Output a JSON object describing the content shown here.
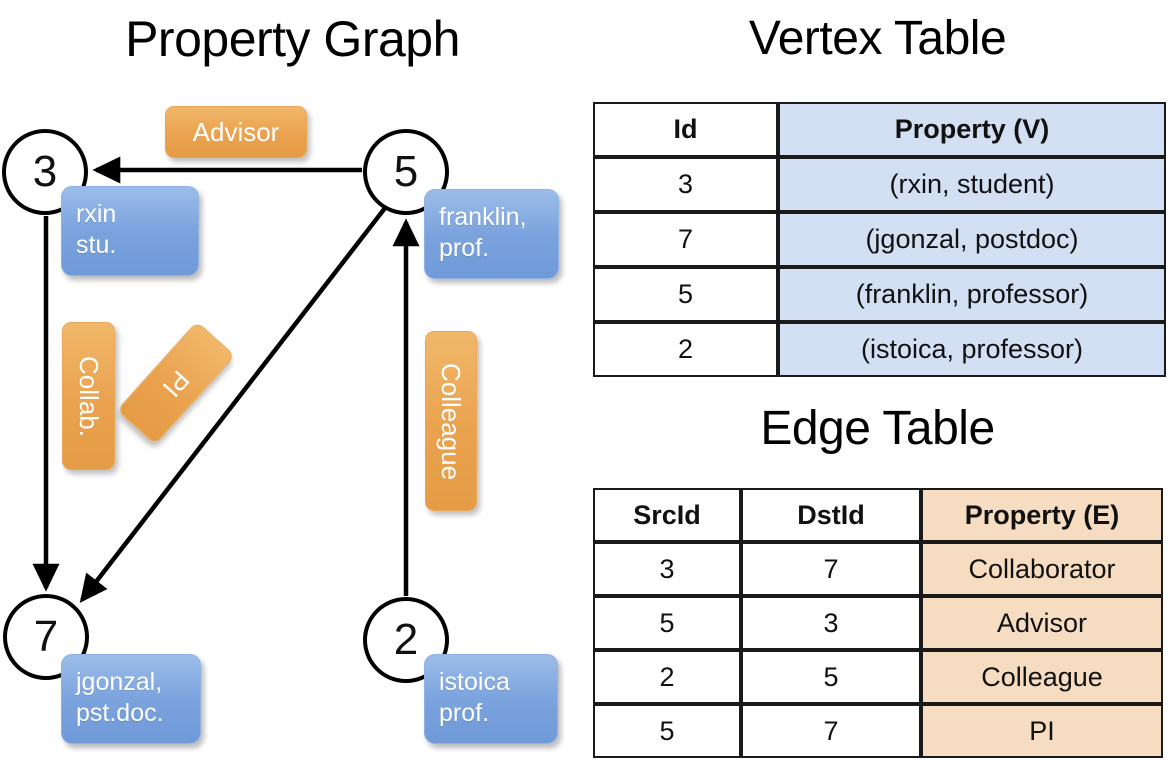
{
  "titles": {
    "property_graph": "Property Graph",
    "vertex_table": "Vertex Table",
    "edge_table": "Edge Table"
  },
  "graph": {
    "nodes": [
      {
        "id": "3",
        "property": "rxin\nstu."
      },
      {
        "id": "5",
        "property": "franklin,\nprof."
      },
      {
        "id": "7",
        "property": "jgonzal,\npst.doc."
      },
      {
        "id": "2",
        "property": "istoica\nprof."
      }
    ],
    "node_labels": {
      "n3": "3",
      "n5": "5",
      "n7": "7",
      "n2": "2"
    },
    "property_boxes": {
      "rxin_line1": "rxin",
      "rxin_line2": "stu.",
      "franklin_line1": "franklin,",
      "franklin_line2": "prof.",
      "jgonzal_line1": "jgonzal,",
      "jgonzal_line2": "pst.doc.",
      "istoica_line1": "istoica",
      "istoica_line2": "prof."
    },
    "edge_labels": {
      "advisor": "Advisor",
      "collab": "Collab.",
      "colleague": "Colleague",
      "pi": "PI"
    },
    "edges": [
      {
        "src": "5",
        "dst": "3",
        "label": "Advisor"
      },
      {
        "src": "3",
        "dst": "7",
        "label": "Collab."
      },
      {
        "src": "5",
        "dst": "7",
        "label": "PI"
      },
      {
        "src": "2",
        "dst": "5",
        "label": "Colleague"
      }
    ]
  },
  "vertex_table": {
    "headers": [
      "Id",
      "Property (V)"
    ],
    "rows": [
      [
        "3",
        "(rxin, student)"
      ],
      [
        "7",
        "(jgonzal, postdoc)"
      ],
      [
        "5",
        "(franklin, professor)"
      ],
      [
        "2",
        "(istoica, professor)"
      ]
    ]
  },
  "edge_table": {
    "headers": [
      "SrcId",
      "DstId",
      "Property (E)"
    ],
    "rows": [
      [
        "3",
        "7",
        "Collaborator"
      ],
      [
        "5",
        "3",
        "Advisor"
      ],
      [
        "2",
        "5",
        "Colleague"
      ],
      [
        "5",
        "7",
        "PI"
      ]
    ]
  },
  "colors": {
    "vertex_property_fill": "#d3e0f3",
    "edge_property_fill": "#f6ddc2",
    "node_box_blue": "#7ba3dd",
    "edge_label_orange": "#eaa24f",
    "stroke": "#000000",
    "background": "#ffffff"
  }
}
